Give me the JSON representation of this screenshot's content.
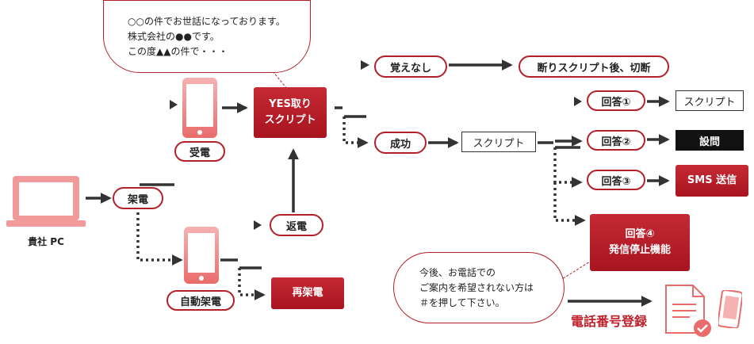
{
  "speech_top": {
    "line1": "○○の件でお世話になっております。",
    "line2": "株式会社の●●です。",
    "line3": "この度▲▲の件で・・・"
  },
  "pc_label": "貴社 PC",
  "kaden_label": "架電",
  "juden_label": "受電",
  "jido_kaden_label": "自動架電",
  "henden_label": "返電",
  "saikaden_label": "再架電",
  "yes_script": {
    "line1": "YES取り",
    "line2": "スクリプト"
  },
  "oboe_label": "覚えなし",
  "kotowari_label": "断りスクリプト後、切断",
  "seiko_label": "成功",
  "script_label": "スクリプト",
  "answers": {
    "a1": "回答①",
    "a2": "回答②",
    "a3": "回答③",
    "a4": {
      "line1": "回答④",
      "line2": "発信停止機能"
    }
  },
  "results": {
    "r1": "スクリプト",
    "r2": "設問",
    "r3": "SMS 送信"
  },
  "speech_bottom": {
    "line1": "今後、お電話での",
    "line2": "ご案内を希望されない方は",
    "line3": "＃を押して下さい。"
  },
  "register_label": "電話番号登録",
  "colors": {
    "accent": "#b3202a",
    "phone_pink": "#f08a8a",
    "dark": "#333333"
  }
}
